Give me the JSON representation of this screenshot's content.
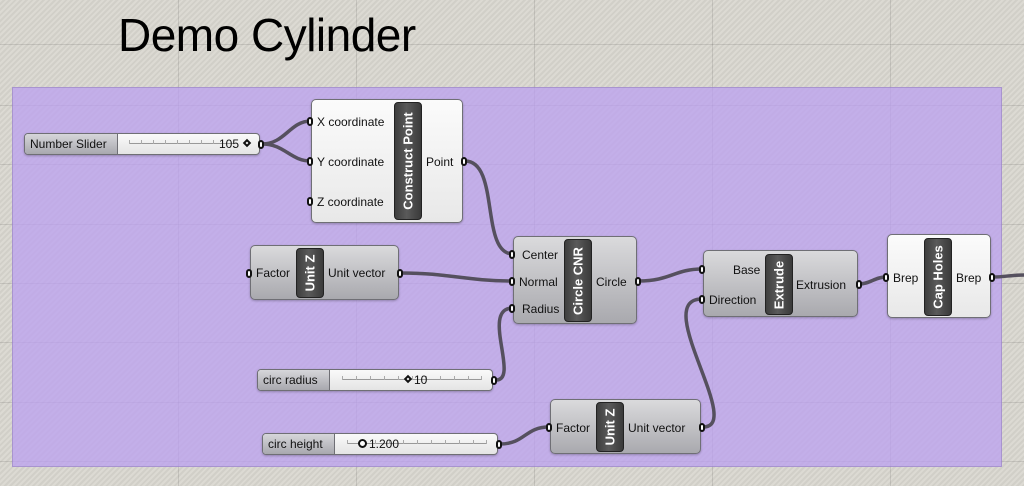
{
  "canvas": {
    "title": "Demo Cylinder",
    "group_color": "#bba0f0",
    "background_color": "#d8d6ce"
  },
  "sliders": [
    {
      "id": "number-slider",
      "name": "Number Slider",
      "value": "105",
      "knob": "diamond",
      "fraction": 1.0
    },
    {
      "id": "circ-radius",
      "name": "circ radius",
      "value": "10",
      "knob": "diamond",
      "fraction": 0.45
    },
    {
      "id": "circ-height",
      "name": "circ height",
      "value": "1.200",
      "knob": "circle",
      "fraction": 0.12
    }
  ],
  "components": {
    "construct_point": {
      "nickname": "Construct Point",
      "inputs": [
        "X coordinate",
        "Y coordinate",
        "Z coordinate"
      ],
      "outputs": [
        "Point"
      ]
    },
    "unit_z_1": {
      "nickname": "Unit Z",
      "inputs": [
        "Factor"
      ],
      "outputs": [
        "Unit vector"
      ]
    },
    "circle_cnr": {
      "nickname": "Circle CNR",
      "inputs": [
        "Center",
        "Normal",
        "Radius"
      ],
      "outputs": [
        "Circle"
      ]
    },
    "unit_z_2": {
      "nickname": "Unit Z",
      "inputs": [
        "Factor"
      ],
      "outputs": [
        "Unit vector"
      ]
    },
    "extrude": {
      "nickname": "Extrude",
      "inputs": [
        "Base",
        "Direction"
      ],
      "outputs": [
        "Extrusion"
      ]
    },
    "cap_holes": {
      "nickname": "Cap Holes",
      "inputs": [
        "Brep"
      ],
      "outputs": [
        "Brep"
      ]
    }
  },
  "wires": [
    {
      "from": "Number Slider",
      "to": "Construct Point.X coordinate"
    },
    {
      "from": "Number Slider",
      "to": "Construct Point.Y coordinate"
    },
    {
      "from": "Construct Point.Point",
      "to": "Circle CNR.Center"
    },
    {
      "from": "Unit Z.Unit vector",
      "to": "Circle CNR.Normal"
    },
    {
      "from": "circ radius",
      "to": "Circle CNR.Radius"
    },
    {
      "from": "Circle CNR.Circle",
      "to": "Extrude.Base"
    },
    {
      "from": "circ height",
      "to": "Unit Z (2).Factor"
    },
    {
      "from": "Unit Z (2).Unit vector",
      "to": "Extrude.Direction"
    },
    {
      "from": "Extrude.Extrusion",
      "to": "Cap Holes.Brep"
    },
    {
      "from": "Cap Holes.Brep",
      "to": "off-screen"
    }
  ]
}
